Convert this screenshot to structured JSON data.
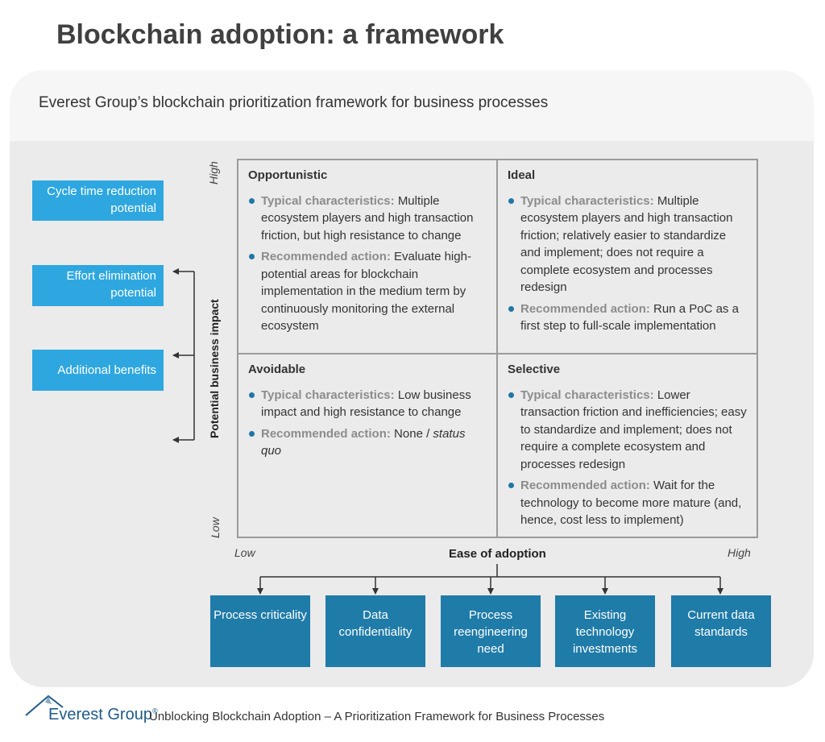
{
  "title": "Blockchain adoption: a framework",
  "subtitle": "Everest Group’s blockchain prioritization framework for business processes",
  "benefits": [
    "Cycle time reduction potential",
    "Effort elimination potential",
    "Additional benefits"
  ],
  "axes": {
    "y_title": "Potential business impact",
    "y_high": "High",
    "y_low": "Low",
    "x_title": "Ease of adoption",
    "x_low": "Low",
    "x_high": "High"
  },
  "quadrants": {
    "top_left": {
      "title": "Opportunistic",
      "char_key": "Typical characteristics:",
      "char_text": "Multiple ecosystem players and high transaction friction, but high resistance to change",
      "action_key": "Recommended action:",
      "action_text": "Evaluate high-potential areas for blockchain implementation in the medium term by continuously monitoring the external ecosystem"
    },
    "top_right": {
      "title": "Ideal",
      "char_key": "Typical characteristics:",
      "char_text": "Multiple ecosystem players and high transaction friction; relatively easier to standardize and implement; does not require a complete ecosystem and processes redesign",
      "action_key": "Recommended action:",
      "action_text": "Run a PoC as a first step to full-scale implementation"
    },
    "bottom_left": {
      "title": "Avoidable",
      "char_key": "Typical characteristics:",
      "char_text": "Low business impact and high resistance to change",
      "action_key": "Recommended action:",
      "action_text": "None /",
      "action_text_italic": "status quo"
    },
    "bottom_right": {
      "title": "Selective",
      "char_key": "Typical characteristics:",
      "char_text": "Lower transaction friction and inefficiencies; easy to standardize and implement; does not require a complete ecosystem and processes redesign",
      "action_key": "Recommended action:",
      "action_text": "Wait for the technology to become more mature (and, hence, cost less to implement)"
    }
  },
  "factors": [
    "Process criticality",
    "Data confidentiality",
    "Process reengineering need",
    "Existing technology investments",
    "Current data standards"
  ],
  "footer": {
    "brand": "Everest Group",
    "reg": "®",
    "caption": "Unblocking Blockchain Adoption – A Prioritization Framework for Business Processes"
  },
  "colors": {
    "benefit_box": "#2ea7e0",
    "factor_box": "#1f7ba8",
    "bullet": "#1f77a6",
    "panel_bg": "#ebebeb"
  }
}
